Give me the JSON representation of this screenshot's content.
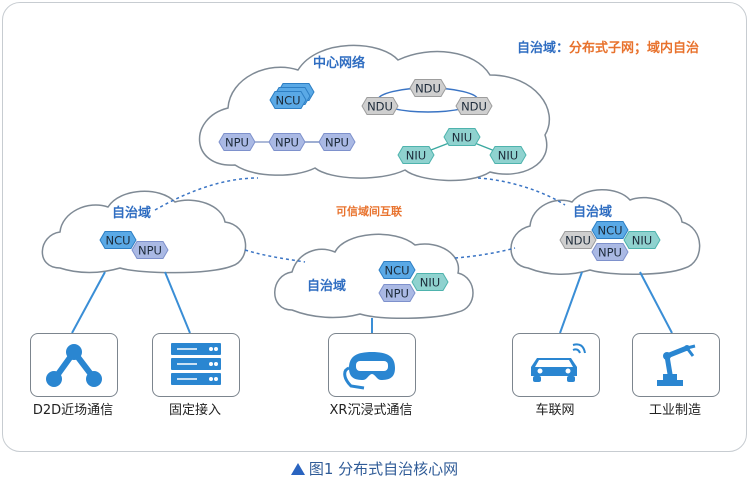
{
  "legend": {
    "prefix": "自治域：",
    "rest": "分布式子网；域内自治"
  },
  "center": {
    "title": "中心网络"
  },
  "trust_link": "可信域间互联",
  "domain_label": "自治域",
  "node_types": {
    "ncu": "NCU",
    "npu": "NPU",
    "ndu": "NDU",
    "niu": "NIU"
  },
  "clients": [
    {
      "label": "D2D近场通信",
      "icon": "network-nodes-icon"
    },
    {
      "label": "固定接入",
      "icon": "server-rack-icon"
    },
    {
      "label": "XR沉浸式通信",
      "icon": "vr-headset-icon"
    },
    {
      "label": "车联网",
      "icon": "connected-car-icon"
    },
    {
      "label": "工业制造",
      "icon": "robot-arm-icon"
    }
  ],
  "caption": "图1 分布式自治核心网",
  "colors": {
    "ncu": "#5aa9e6",
    "npu": "#aab9e4",
    "ndu": "#cfcfcf",
    "niu": "#8fd2cf",
    "accent": "#2f6dc1",
    "orange": "#e8722d",
    "icon": "#2a86d1"
  }
}
